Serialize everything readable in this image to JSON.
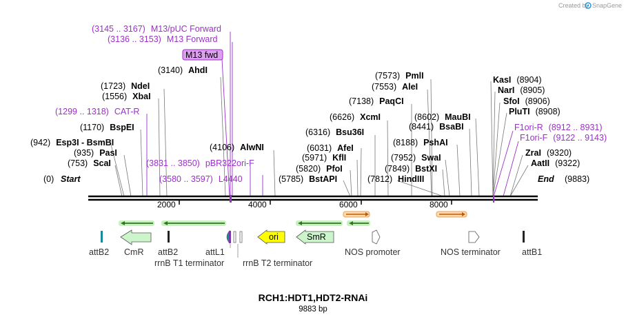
{
  "credit": {
    "text": "Created by",
    "brand": "SnapGene"
  },
  "map": {
    "title": "RCH1:HDT1,HDT2-RNAi",
    "size_label": "9883 bp",
    "start_label": "Start",
    "end_label": "End",
    "start_pos": "(0)",
    "end_pos": "(9883)",
    "ticks": [
      "2000",
      "4000",
      "6000",
      "8000"
    ]
  },
  "sites": [
    {
      "pos": "(3145 .. 3167)",
      "name": "M13/pUC Forward",
      "color": "#9b30c8"
    },
    {
      "pos": "(3136 .. 3153)",
      "name": "M13 Forward",
      "color": "#9b30c8"
    },
    {
      "pos": "",
      "name": "M13 fwd",
      "color": "#9b30c8",
      "boxed": true
    },
    {
      "pos": "(3140)",
      "name": "AhdI"
    },
    {
      "pos": "(1723)",
      "name": "NdeI"
    },
    {
      "pos": "(1556)",
      "name": "XbaI"
    },
    {
      "pos": "(1299 .. 1318)",
      "name": "CAT-R",
      "color": "#9b30c8"
    },
    {
      "pos": "(1170)",
      "name": "BspEI"
    },
    {
      "pos": "(942)",
      "name": "Esp3I  -  BsmBI"
    },
    {
      "pos": "(935)",
      "name": "PasI"
    },
    {
      "pos": "(753)",
      "name": "ScaI"
    },
    {
      "pos": "(4106)",
      "name": "AlwNI"
    },
    {
      "pos": "(3831 .. 3850)",
      "name": "pBR322ori-F",
      "color": "#9b30c8"
    },
    {
      "pos": "(3580 .. 3597)",
      "name": "L4440",
      "color": "#9b30c8"
    },
    {
      "pos": "(7573)",
      "name": "PmlI"
    },
    {
      "pos": "(7553)",
      "name": "AleI"
    },
    {
      "pos": "(7138)",
      "name": "PaqCI"
    },
    {
      "pos": "(6626)",
      "name": "XcmI"
    },
    {
      "pos": "(6316)",
      "name": "Bsu36I"
    },
    {
      "pos": "(6031)",
      "name": "AfeI"
    },
    {
      "pos": "(5971)",
      "name": "KflI"
    },
    {
      "pos": "(5820)",
      "name": "PfoI"
    },
    {
      "pos": "(5785)",
      "name": "BstAPI"
    },
    {
      "pos": "(7812)",
      "name": "HindIII"
    },
    {
      "pos": "(7849)",
      "name": "BstXI"
    },
    {
      "pos": "(7952)",
      "name": "SwaI"
    },
    {
      "pos": "(8188)",
      "name": "PshAI"
    },
    {
      "pos": "(8441)",
      "name": "BsaBI"
    },
    {
      "pos": "(8602)",
      "name": "MauBI"
    },
    {
      "pos": "(8904)",
      "name": "KasI",
      "right": true
    },
    {
      "pos": "(8905)",
      "name": "NarI",
      "right": true
    },
    {
      "pos": "(8906)",
      "name": "SfoI",
      "right": true
    },
    {
      "pos": "(8908)",
      "name": "PluTI",
      "right": true
    },
    {
      "pos": "(8912 .. 8931)",
      "name": "F1ori-R",
      "color": "#9b30c8",
      "right": true
    },
    {
      "pos": "(9122 .. 9143)",
      "name": "F1ori-F",
      "color": "#9b30c8",
      "right": true
    },
    {
      "pos": "(9320)",
      "name": "ZraI",
      "right": true
    },
    {
      "pos": "(9322)",
      "name": "AatII",
      "right": true
    }
  ],
  "features": [
    {
      "name": "attB2",
      "label": "attB2"
    },
    {
      "name": "CmR",
      "label": "CmR"
    },
    {
      "name": "attB2b",
      "label": "attB2"
    },
    {
      "name": "rrnB-T1",
      "label": "rrnB T1 terminator"
    },
    {
      "name": "attL1",
      "label": "attL1"
    },
    {
      "name": "rrnB-T2",
      "label": "rrnB T2 terminator"
    },
    {
      "name": "ori",
      "label": "ori"
    },
    {
      "name": "SmR",
      "label": "SmR"
    },
    {
      "name": "NOS-promoter",
      "label": "NOS promoter"
    },
    {
      "name": "NOS-terminator",
      "label": "NOS terminator"
    },
    {
      "name": "attB1",
      "label": "attB1"
    }
  ],
  "colors": {
    "primer": "#9b30c8",
    "primer_box_fill": "#dda0ee",
    "ori": "#ffff00",
    "marker": "#ccf5cc",
    "marker_stroke": "#2a8a2a",
    "orf_arrow": "#3a9a2a",
    "orange_orf": "#e88a2a",
    "att": "#1a8a9a"
  }
}
